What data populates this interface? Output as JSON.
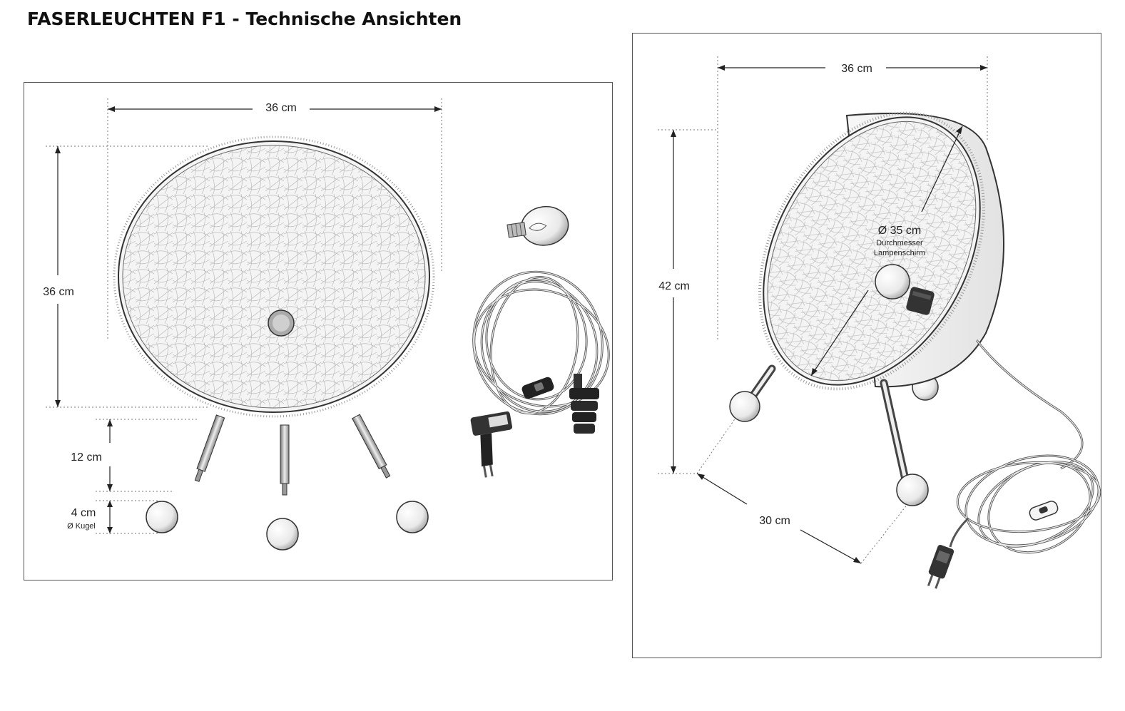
{
  "title": "FASERLEUCHTEN F1 - Technische Ansichten",
  "left_view": {
    "width_label": "36 cm",
    "height_label": "36 cm",
    "leg_label": "12 cm",
    "ball_label": "4 cm",
    "ball_sublabel": "Ø Kugel"
  },
  "right_view": {
    "width_label": "36 cm",
    "height_label": "42 cm",
    "depth_label": "30 cm",
    "diameter_label": "Ø 35 cm",
    "diameter_sub1": "Durchmesser",
    "diameter_sub2": "Lampenschirm"
  }
}
